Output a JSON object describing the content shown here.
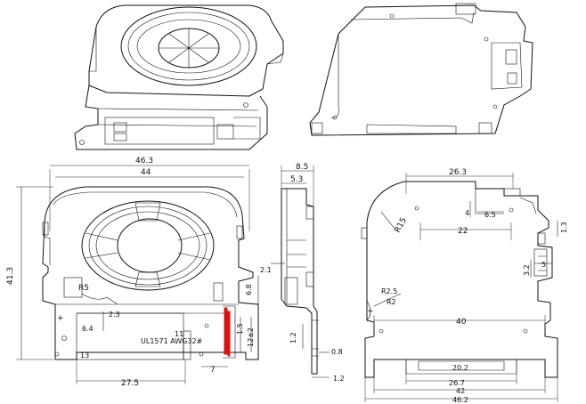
{
  "labels": {
    "width_outer": "46.3",
    "width_inner": "44",
    "height_total": "41.3",
    "radius_r5": "R5",
    "dim_2_3": "2.3",
    "dim_6_4": "6.4",
    "dim_11": "11",
    "dim_13": "13",
    "dim_27_5": "27.5",
    "dim_7": "7",
    "dim_6_8": "6.8",
    "dim_1_5": "1.5",
    "dim_12": "12±2",
    "wire_spec": "UL1571 AWG32#",
    "plus_sign": "+",
    "side_8_5": "8.5",
    "side_5_3": "5.3",
    "side_2_1": "2.1",
    "side_1_2": "1.2",
    "side_0_8": "0.8",
    "side_1_2b": "1.2",
    "right_26_3": "26.3",
    "right_r15": "R15",
    "right_4": "4",
    "right_6_5": "6.5",
    "right_22": "22",
    "right_1_3": "1.3",
    "right_3_2": "3.2",
    "right_5": "5",
    "right_r2_5": "R2.5",
    "right_r2": "R2",
    "right_40": "40",
    "right_20_2": "20.2",
    "right_26_7": "26.7",
    "right_42": "42",
    "right_46_2": "46.2",
    "right_plus": "+"
  },
  "colors": {
    "lead_wire": "#e01010",
    "line": "#111111"
  }
}
